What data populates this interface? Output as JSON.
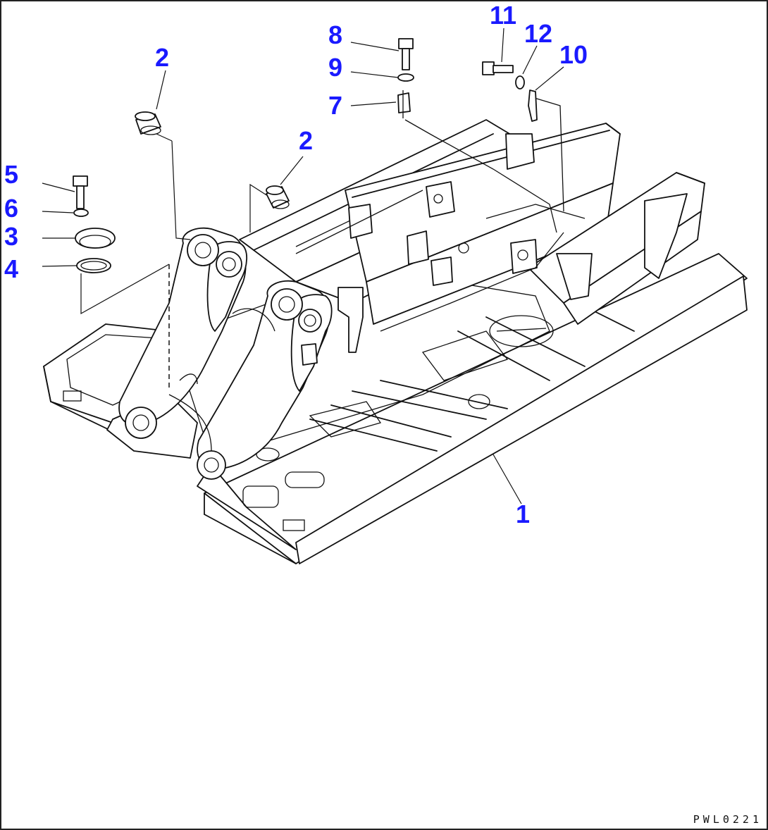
{
  "diagram": {
    "drawing_code": "PWL0221",
    "parts": [
      {
        "id": "p1",
        "label": "1"
      },
      {
        "id": "p2a",
        "label": "2"
      },
      {
        "id": "p2b",
        "label": "2"
      },
      {
        "id": "p3",
        "label": "3"
      },
      {
        "id": "p4",
        "label": "4"
      },
      {
        "id": "p5",
        "label": "5"
      },
      {
        "id": "p6",
        "label": "6"
      },
      {
        "id": "p7",
        "label": "7"
      },
      {
        "id": "p8",
        "label": "8"
      },
      {
        "id": "p9",
        "label": "9"
      },
      {
        "id": "p10",
        "label": "10"
      },
      {
        "id": "p11",
        "label": "11"
      },
      {
        "id": "p12",
        "label": "12"
      }
    ]
  }
}
